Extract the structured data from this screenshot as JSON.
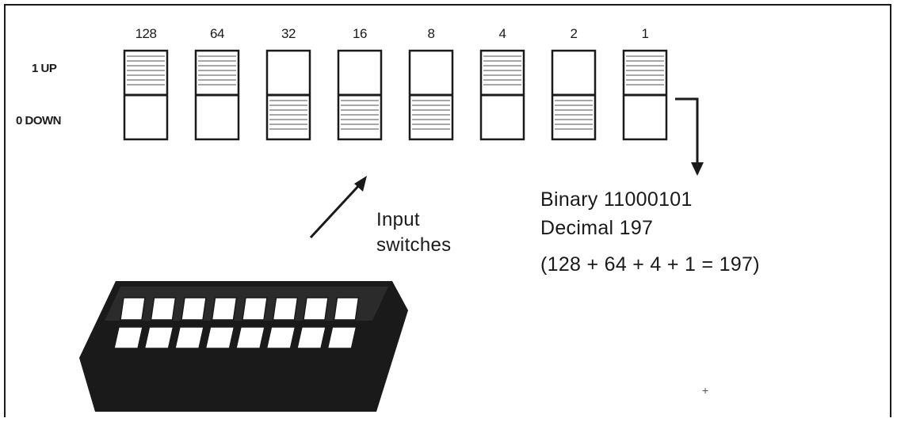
{
  "diagram": {
    "bit_weights": [
      "128",
      "64",
      "32",
      "16",
      "8",
      "4",
      "2",
      "1"
    ],
    "switch_states": [
      1,
      1,
      0,
      0,
      0,
      1,
      0,
      1
    ],
    "row_labels": {
      "up": "1 UP",
      "down": "0 DOWN"
    },
    "pointer_label": "Input\nswitches",
    "result": {
      "binary": "Binary 11000101",
      "decimal": "Decimal 197",
      "sum": "(128 + 64 + 4 + 1 = 197)"
    },
    "colors": {
      "ink": "#1a1a1a",
      "paper": "#ffffff",
      "hatch": "#8a8a8a"
    }
  }
}
